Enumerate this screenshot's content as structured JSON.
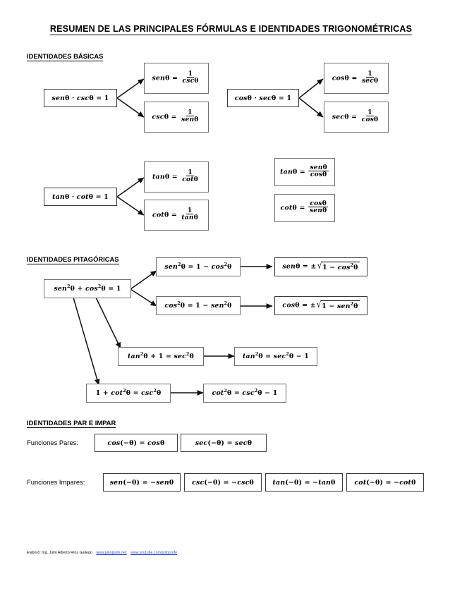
{
  "document": {
    "title": "RESUMEN DE LAS PRINCIPALES FÓRMULAS E IDENTIDADES TRIGONOMÉTRICAS"
  },
  "sections": {
    "basicas": {
      "heading": "IDENTIDADES BÁSICAS"
    },
    "pitagoricas": {
      "heading": "IDENTIDADES PITAGÓRICAS"
    },
    "par_impar": {
      "heading": "IDENTIDADES PAR E IMPAR",
      "pares_label": "Funciones Pares:",
      "impares_label": "Funciones Impares:"
    }
  },
  "basicas": {
    "group1": {
      "source": "senθ · cscθ = 1",
      "derived": [
        "senθ = 1 / cscθ",
        "cscθ = 1 / senθ"
      ]
    },
    "group2": {
      "source": "cosθ · secθ = 1",
      "derived": [
        "cosθ = 1 / secθ",
        "secθ = 1 / cosθ"
      ]
    },
    "group3": {
      "source": "tanθ · cotθ = 1",
      "derived": [
        "tanθ = 1 / cotθ",
        "cotθ = 1 / tanθ"
      ]
    },
    "quotients": [
      "tanθ = senθ / cosθ",
      "cotθ = cosθ / senθ"
    ]
  },
  "pitagoricas": {
    "source": "sen²θ + cos²θ = 1",
    "branches": [
      {
        "middle": "sen²θ = 1 − cos²θ",
        "result": "senθ = ±√(1 − cos²θ)"
      },
      {
        "middle": "cos²θ = 1 − sen²θ",
        "result": "cosθ = ±√(1 − sen²θ)"
      },
      {
        "middle": "tan²θ + 1 = sec²θ",
        "result": "tan²θ = sec²θ − 1"
      },
      {
        "middle": "1 + cot²θ = csc²θ",
        "result": "cot²θ = csc²θ − 1"
      }
    ]
  },
  "par_impar": {
    "pares": [
      "cos(−θ) = cosθ",
      "sec(−θ) = secθ"
    ],
    "impares": [
      "sen(−θ) = −senθ",
      "csc(−θ) = −cscθ",
      "tan(−θ) = −tanθ",
      "cot(−θ) = −cotθ"
    ]
  },
  "footer": {
    "credit": "Elaboró: Ing. Julio Alberto Ríos Gallego",
    "link1": "www.julioprofe.net",
    "link2": "www.youtube.com/julioprofe"
  },
  "colors": {
    "text": "#000000",
    "box_border": "#6f6f6f",
    "box_border_dark": "#3a3a3a",
    "link": "#2a3ed0",
    "background": "#ffffff"
  }
}
